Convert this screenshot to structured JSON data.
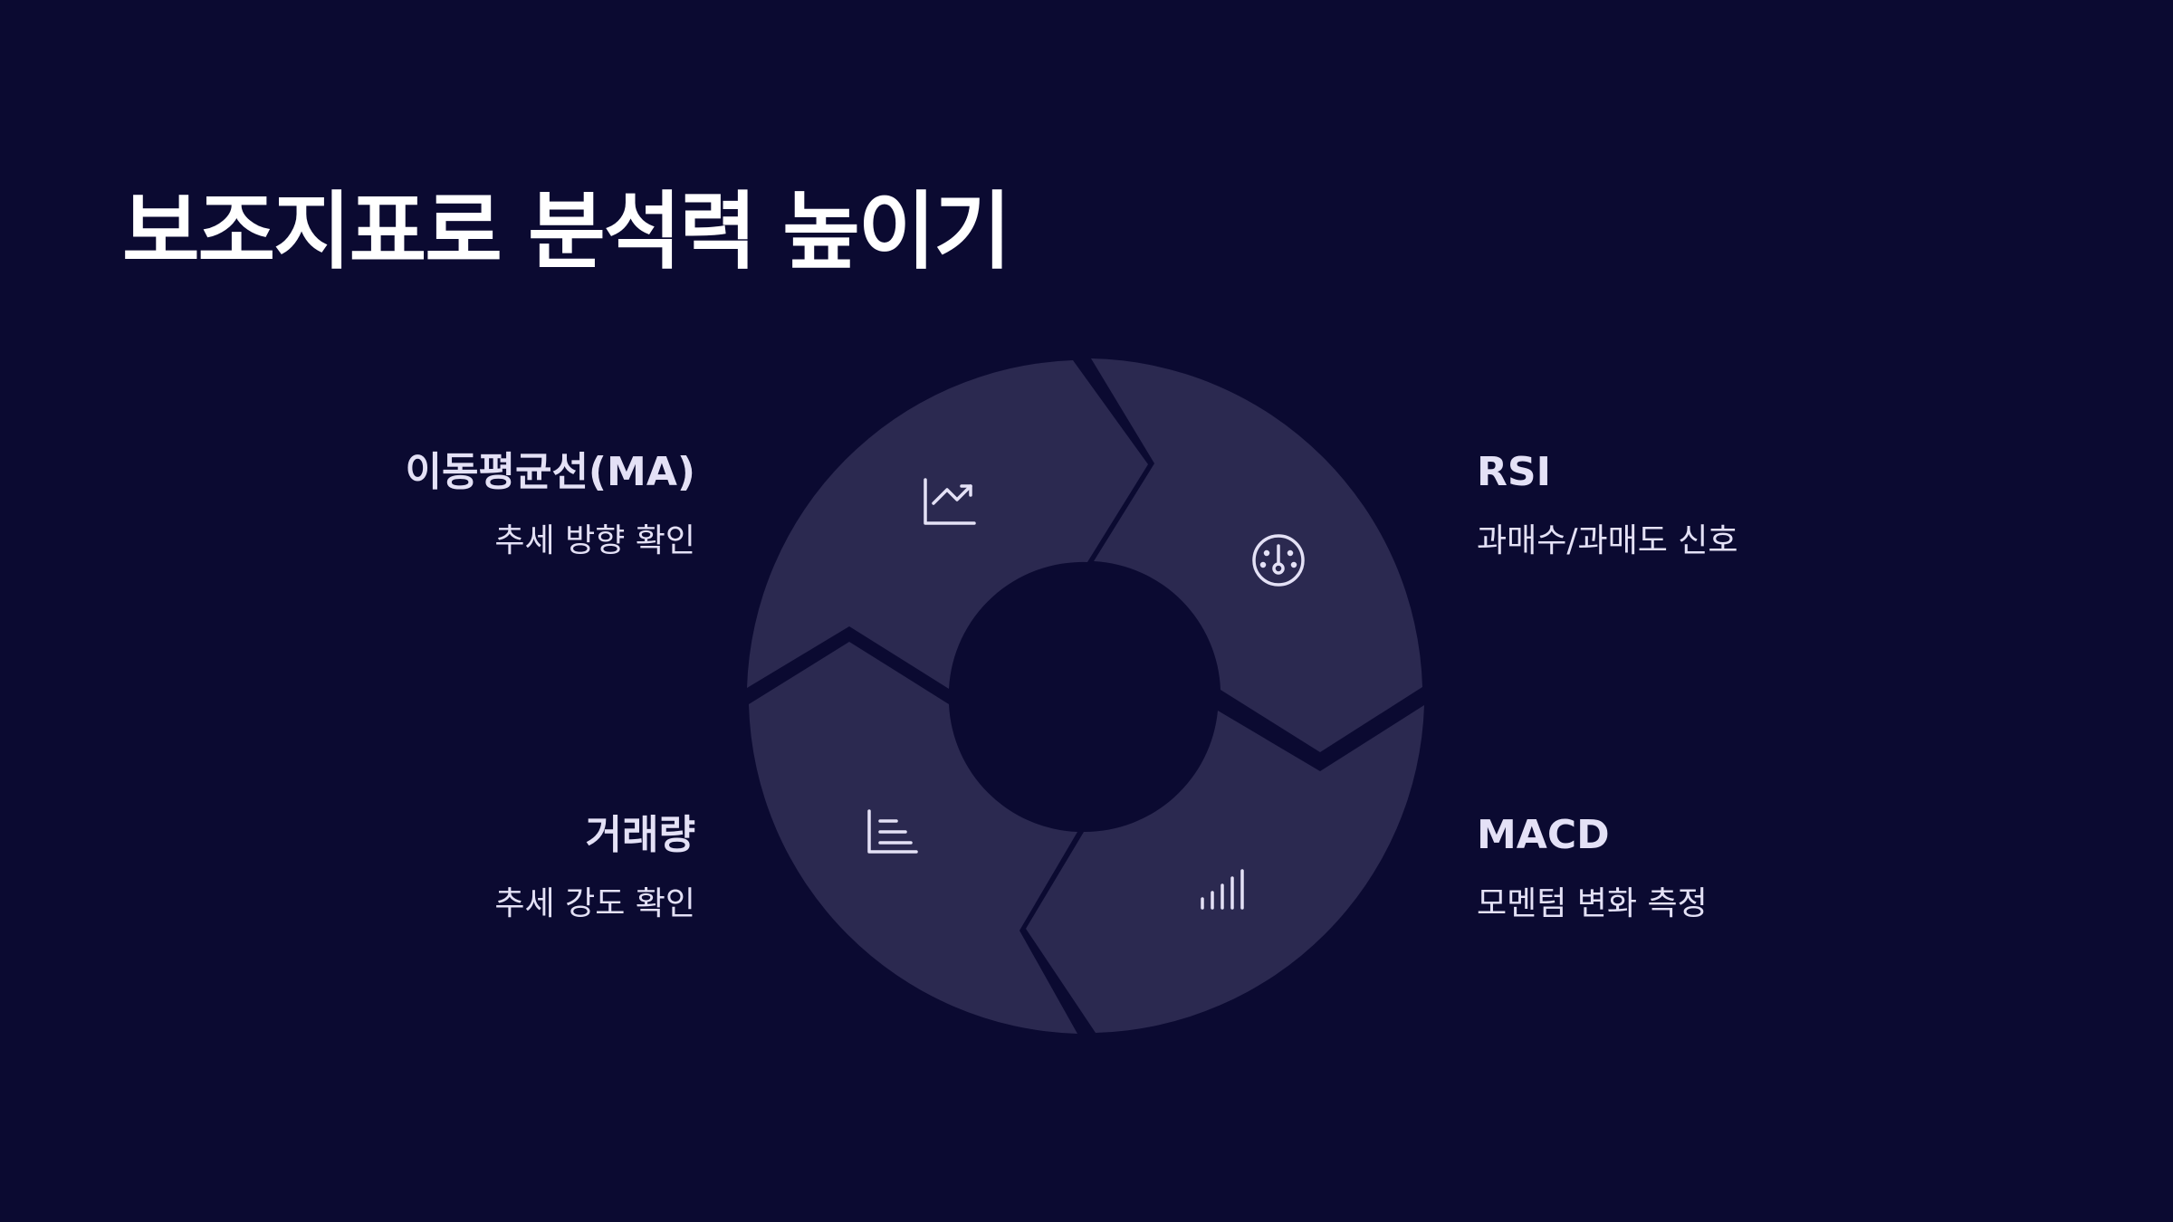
{
  "title": "보조지표로 분석력 높이기",
  "colors": {
    "background": "#0b0a31",
    "segment": "#2b2950",
    "icon": "#e4e1f6",
    "text": "#e4e1f6",
    "title": "#ffffff"
  },
  "items": [
    {
      "title": "이동평균선(MA)",
      "desc": "추세 방향 확인",
      "icon": "chart-trend-up-icon"
    },
    {
      "title": "RSI",
      "desc": "과매수/과매도 신호",
      "icon": "gauge-icon"
    },
    {
      "title": "MACD",
      "desc": "모멘텀 변화 측정",
      "icon": "signal-bars-icon"
    },
    {
      "title": "거래량",
      "desc": "추세 강도 확인",
      "icon": "bar-list-icon"
    }
  ]
}
